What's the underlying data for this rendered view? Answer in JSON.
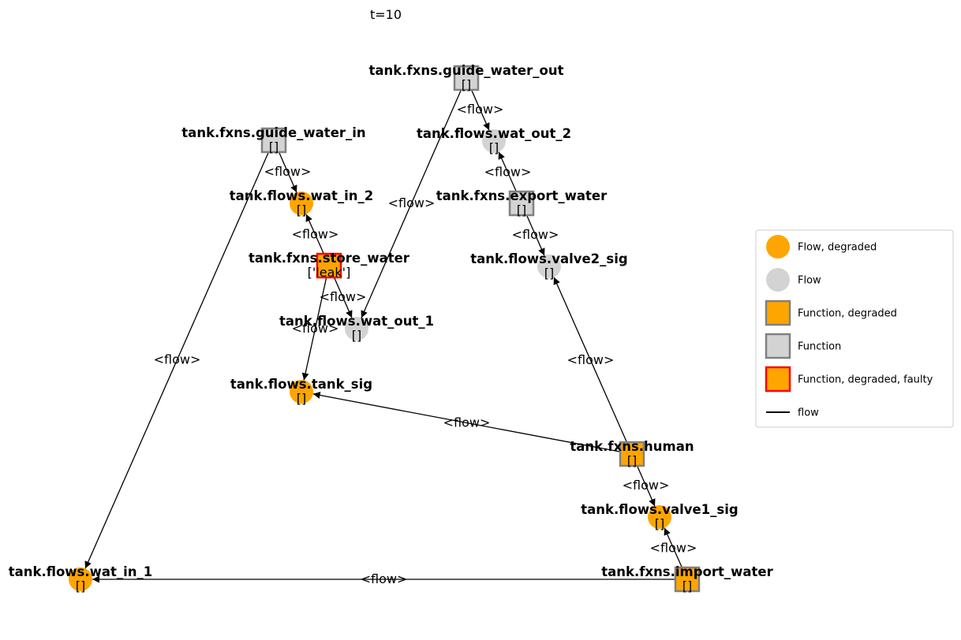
{
  "title": "t=10",
  "colors": {
    "degraded": "#FFA500",
    "nominal": "#D3D3D3",
    "border": "#808080",
    "faulty_border": "#FF0000",
    "edge": "#000000"
  },
  "nodes": [
    {
      "id": "guide_water_out",
      "label": "tank.fxns.guide_water_out",
      "state": "[]",
      "kind": "function",
      "status": "nominal"
    },
    {
      "id": "guide_water_in",
      "label": "tank.fxns.guide_water_in",
      "state": "[]",
      "kind": "function",
      "status": "nominal"
    },
    {
      "id": "wat_out_2",
      "label": "tank.flows.wat_out_2",
      "state": "[]",
      "kind": "flow",
      "status": "nominal"
    },
    {
      "id": "wat_in_2",
      "label": "tank.flows.wat_in_2",
      "state": "[]",
      "kind": "flow",
      "status": "degraded"
    },
    {
      "id": "export_water",
      "label": "tank.fxns.export_water",
      "state": "[]",
      "kind": "function",
      "status": "nominal"
    },
    {
      "id": "store_water",
      "label": "tank.fxns.store_water",
      "state": "['leak']",
      "kind": "function",
      "status": "faulty"
    },
    {
      "id": "valve2_sig",
      "label": "tank.flows.valve2_sig",
      "state": "[]",
      "kind": "flow",
      "status": "nominal"
    },
    {
      "id": "wat_out_1",
      "label": "tank.flows.wat_out_1",
      "state": "[]",
      "kind": "flow",
      "status": "nominal"
    },
    {
      "id": "tank_sig",
      "label": "tank.flows.tank_sig",
      "state": "[]",
      "kind": "flow",
      "status": "degraded"
    },
    {
      "id": "human",
      "label": "tank.fxns.human",
      "state": "[]",
      "kind": "function",
      "status": "degraded"
    },
    {
      "id": "valve1_sig",
      "label": "tank.flows.valve1_sig",
      "state": "[]",
      "kind": "flow",
      "status": "degraded"
    },
    {
      "id": "wat_in_1",
      "label": "tank.flows.wat_in_1",
      "state": "[]",
      "kind": "flow",
      "status": "degraded"
    },
    {
      "id": "import_water",
      "label": "tank.fxns.import_water",
      "state": "[]",
      "kind": "function",
      "status": "degraded"
    }
  ],
  "edges": [
    {
      "from": "guide_water_out",
      "to": "wat_out_2",
      "label": "<flow>"
    },
    {
      "from": "guide_water_out",
      "to": "wat_out_1",
      "label": "<flow>"
    },
    {
      "from": "guide_water_in",
      "to": "wat_in_2",
      "label": "<flow>"
    },
    {
      "from": "guide_water_in",
      "to": "wat_in_1",
      "label": "<flow>"
    },
    {
      "from": "export_water",
      "to": "wat_out_2",
      "label": "<flow>"
    },
    {
      "from": "export_water",
      "to": "valve2_sig",
      "label": "<flow>"
    },
    {
      "from": "store_water",
      "to": "wat_in_2",
      "label": "<flow>"
    },
    {
      "from": "store_water",
      "to": "wat_out_1",
      "label": "<flow>"
    },
    {
      "from": "store_water",
      "to": "tank_sig",
      "label": "<flow>"
    },
    {
      "from": "human",
      "to": "valve2_sig",
      "label": "<flow>"
    },
    {
      "from": "human",
      "to": "tank_sig",
      "label": "<flow>"
    },
    {
      "from": "human",
      "to": "valve1_sig",
      "label": "<flow>"
    },
    {
      "from": "import_water",
      "to": "valve1_sig",
      "label": "<flow>"
    },
    {
      "from": "import_water",
      "to": "wat_in_1",
      "label": "<flow>"
    }
  ],
  "legend": {
    "items": [
      {
        "label": "Flow, degraded",
        "marker": "circle",
        "fill": "#FFA500",
        "stroke": "none"
      },
      {
        "label": "Flow",
        "marker": "circle",
        "fill": "#D3D3D3",
        "stroke": "none"
      },
      {
        "label": "Function, degraded",
        "marker": "square",
        "fill": "#FFA500",
        "stroke": "#808080"
      },
      {
        "label": "Function",
        "marker": "square",
        "fill": "#D3D3D3",
        "stroke": "#808080"
      },
      {
        "label": "Function, degraded, faulty",
        "marker": "square",
        "fill": "#FFA500",
        "stroke": "#FF0000"
      },
      {
        "label": "flow",
        "marker": "line",
        "fill": "none",
        "stroke": "#000000"
      }
    ]
  }
}
